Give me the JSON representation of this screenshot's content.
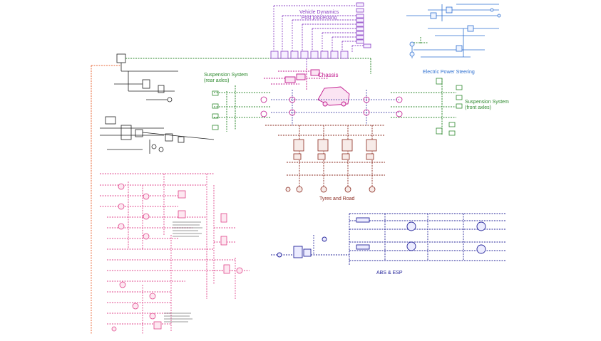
{
  "colors": {
    "vehicle_dynamics": "#8a3fc4",
    "chassis": "#c0188c",
    "suspension": "#2f8a2f",
    "tyres": "#8b2a1f",
    "steering": "#2d6fd0",
    "abs": "#24249a",
    "driveline": "#e0468c",
    "power_feed": "#ea6a3a",
    "wiring": "#222222"
  },
  "sections": {
    "vehicle_dynamics": "Vehicle Dynamics\nPost processing",
    "chassis": "Chassis",
    "suspension_rear": "Suspension System\n(rear axles)",
    "suspension_front": "Suspension System\n(front axles)",
    "steering": "Electric Power Steering",
    "tyres": "Tyres and Road",
    "abs": "ABS & ESP"
  }
}
